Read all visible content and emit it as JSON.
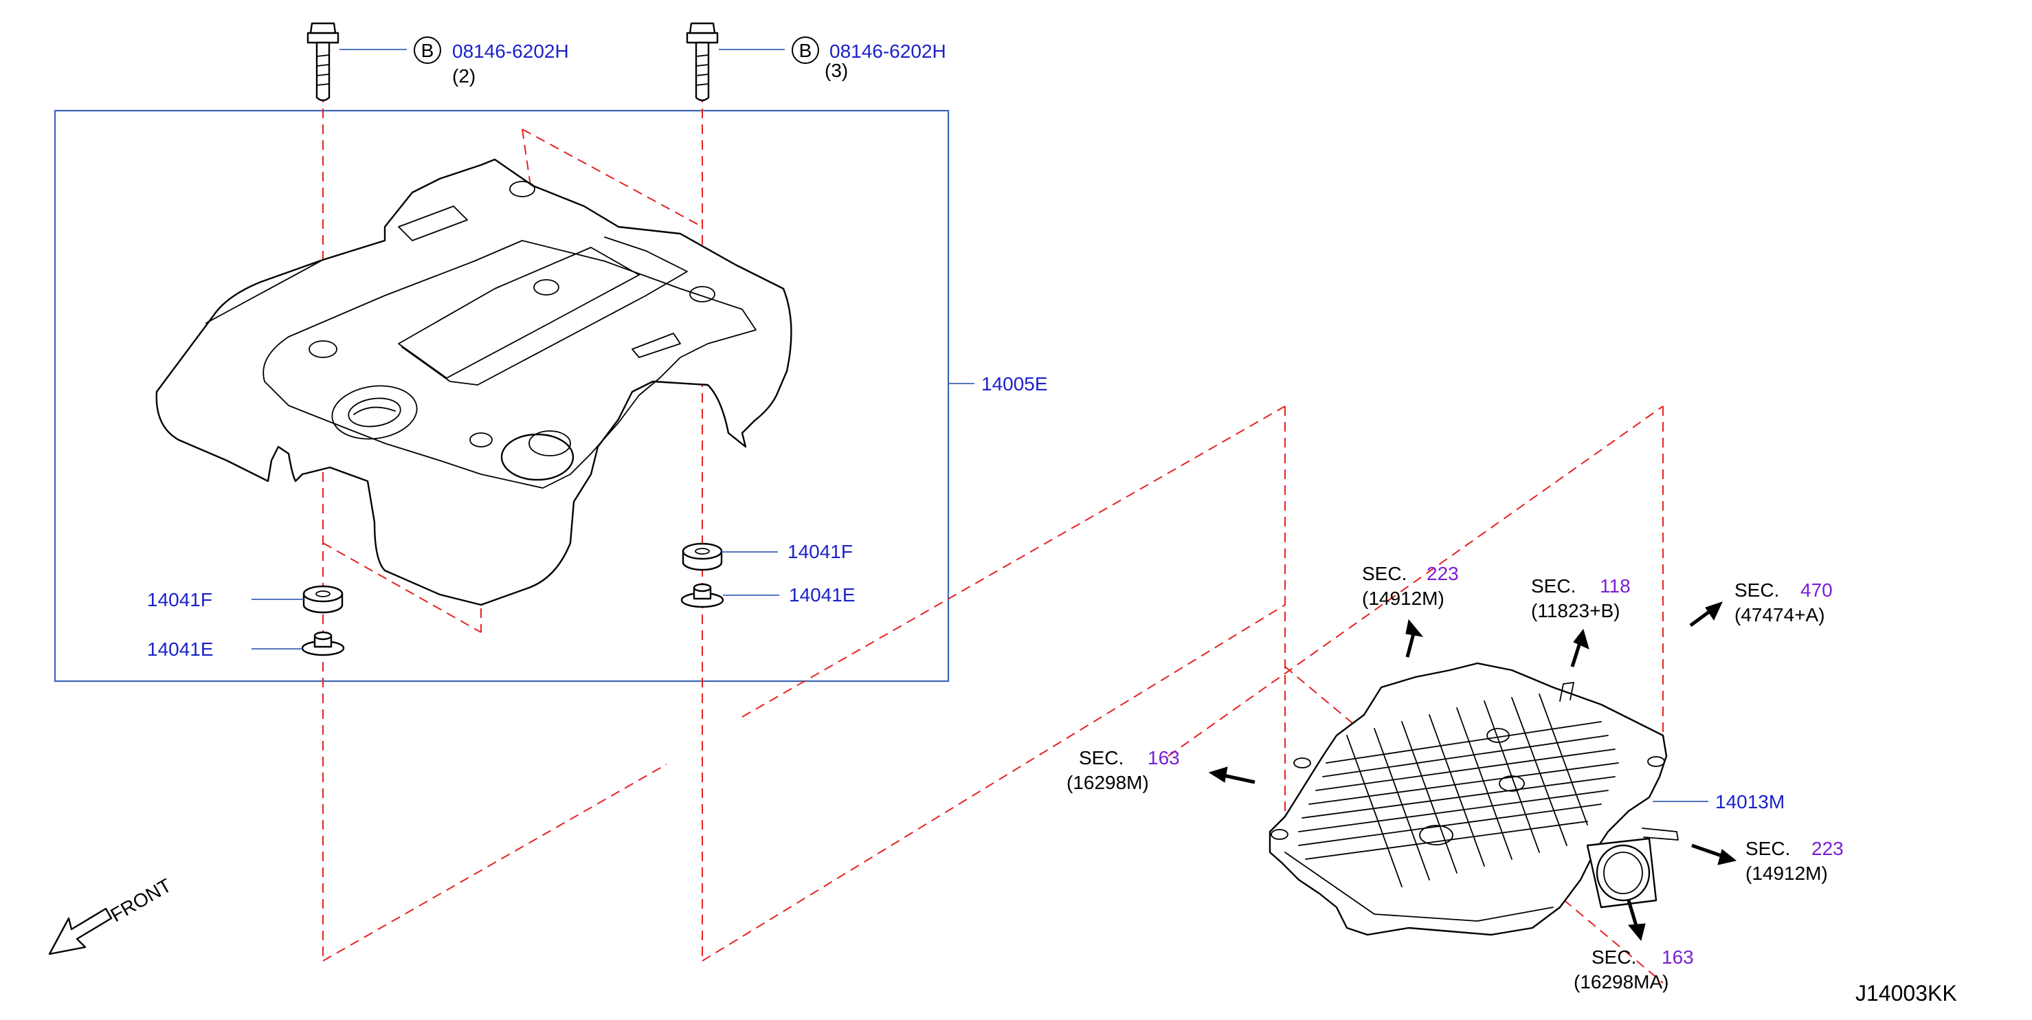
{
  "diagram": {
    "drawing_id": "J14003KK",
    "front_label": "FRONT",
    "callouts": {
      "bolt_left": {
        "symbol": "B",
        "part_no": "08146-6202H",
        "qty": "(2)"
      },
      "bolt_right": {
        "symbol": "B",
        "part_no": "08146-6202H",
        "qty": "(3)"
      },
      "cover": "14005E",
      "grommet_right": "14041F",
      "collar_right": "14041E",
      "grommet_left": "14041F",
      "collar_left": "14041E",
      "manifold": "14013M"
    },
    "section_refs": [
      {
        "id": "sec_223_top",
        "sec_label": "SEC.",
        "sec_no": "223",
        "part": "(14912M)"
      },
      {
        "id": "sec_118",
        "sec_label": "SEC.",
        "sec_no": "118",
        "part": "(11823+B)"
      },
      {
        "id": "sec_470",
        "sec_label": "SEC.",
        "sec_no": "470",
        "part": "(47474+A)"
      },
      {
        "id": "sec_163_left",
        "sec_label": "SEC.",
        "sec_no": "163",
        "part": "(16298M)"
      },
      {
        "id": "sec_223_right",
        "sec_label": "SEC.",
        "sec_no": "223",
        "part": "(14912M)"
      },
      {
        "id": "sec_163_bot",
        "sec_label": "SEC.",
        "sec_no": "163",
        "part": "(16298MA)"
      }
    ]
  }
}
